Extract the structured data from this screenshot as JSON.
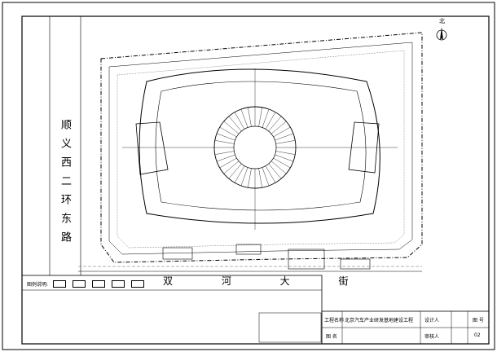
{
  "drawing": {
    "roads": {
      "west_road": "顺义西二环东路",
      "south_road": "双 河 大 街"
    },
    "north_label": "北",
    "legend": {
      "title": "图例说明:",
      "items": [
        "",
        "",
        "",
        "",
        ""
      ]
    },
    "notes": [
      "",
      "",
      ""
    ],
    "title_block": {
      "project_label": "工程名称",
      "project_name": "北京汽车产业研发基地建设工程",
      "drawing_label": "图 名",
      "designer_label": "设计人",
      "reviewer_label": "审核人",
      "sheet_no_label": "图 号",
      "sheet_no": "02"
    }
  }
}
